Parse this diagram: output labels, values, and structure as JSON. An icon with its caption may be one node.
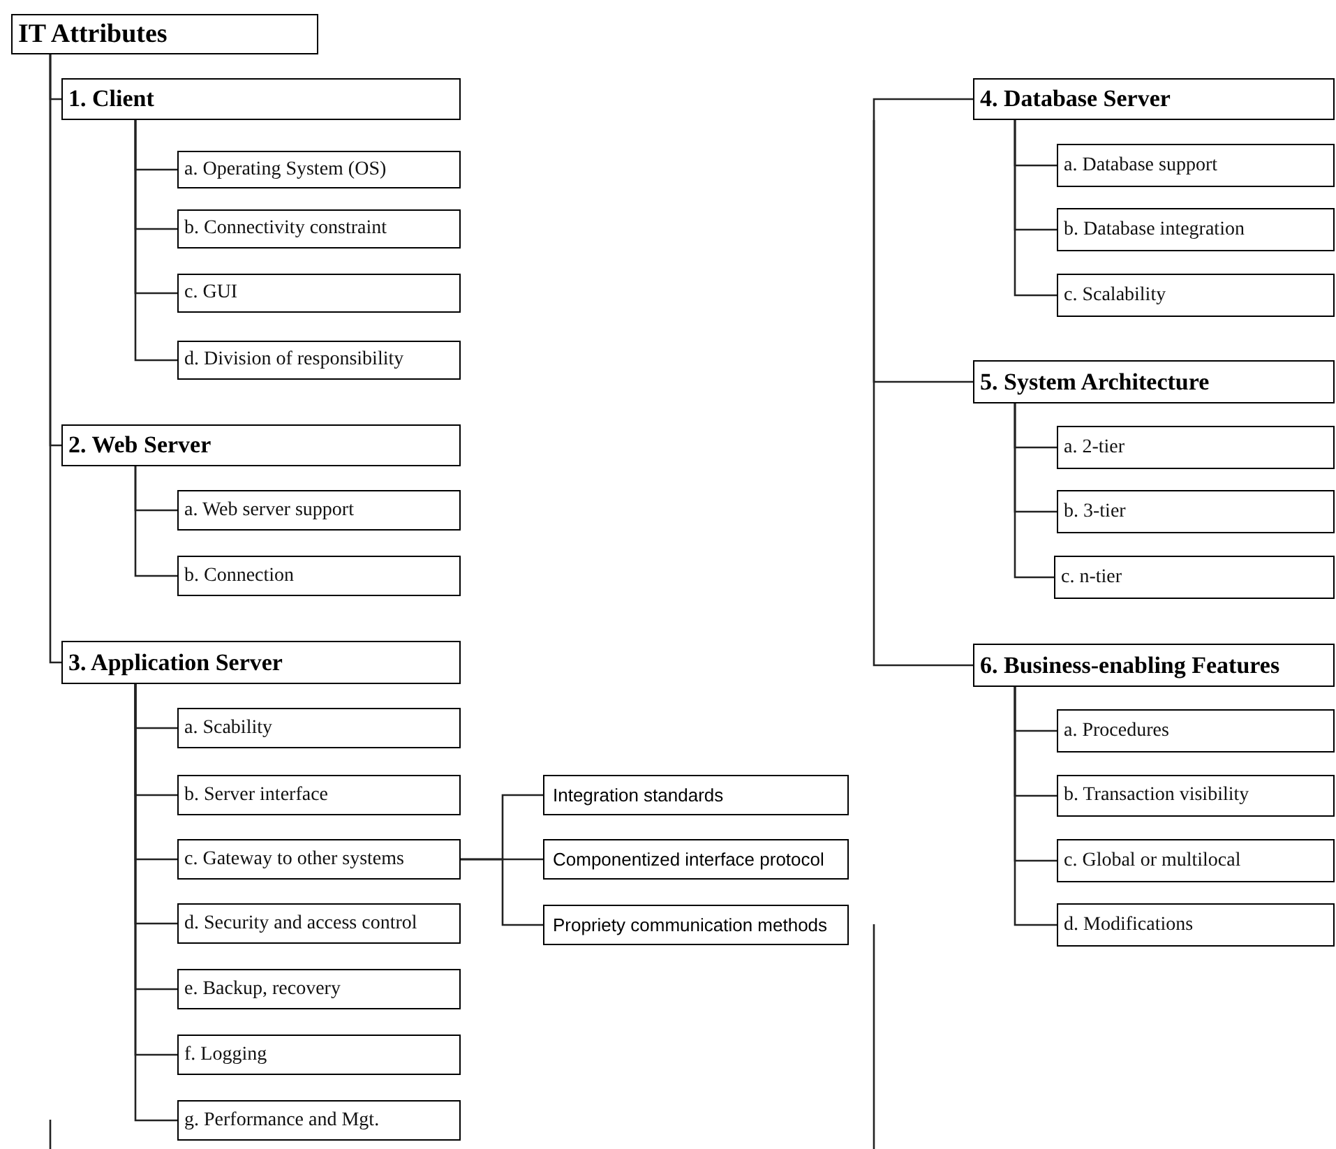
{
  "diagram": {
    "nodes": [
      {
        "text": [
          "IT Attributes"
        ]
      },
      {
        "text": [
          "1. Client"
        ]
      },
      {
        "text": [
          "a. Operating System (OS)"
        ]
      },
      {
        "text": [
          "b. Connectivity constraint"
        ]
      },
      {
        "text": [
          "c. GUI"
        ]
      },
      {
        "text": [
          "d. Division of responsibility"
        ]
      },
      {
        "text": [
          "2. Web Server"
        ]
      },
      {
        "text": [
          "a. Web server support"
        ]
      },
      {
        "text": [
          "b. Connection"
        ]
      },
      {
        "text": [
          "3. Application Server"
        ]
      },
      {
        "text": [
          "a. Scability"
        ]
      },
      {
        "text": [
          "b. Server interface"
        ]
      },
      {
        "text": [
          "c. Gateway to other systems"
        ]
      },
      {
        "text": [
          "Integration standards"
        ]
      },
      {
        "text": [
          "Componentized interface protocol"
        ]
      },
      {
        "text": [
          "Propriety communication methods"
        ]
      },
      {
        "text": [
          "d. Security and access control"
        ]
      },
      {
        "text": [
          "e. Backup, recovery"
        ]
      },
      {
        "text": [
          "f. Logging"
        ]
      },
      {
        "text": [
          "g. Performance and Mgt."
        ]
      },
      {
        "text": [
          "4. Database Server"
        ]
      },
      {
        "text": [
          "a. Database support"
        ]
      },
      {
        "text": [
          "b. Database integration"
        ]
      },
      {
        "text": [
          "c. Scalability"
        ]
      },
      {
        "text": [
          "5. System Architecture"
        ]
      },
      {
        "text": [
          "a. 2-tier"
        ]
      },
      {
        "text": [
          "b. 3-tier"
        ]
      },
      {
        "text": [
          "c. n-tier"
        ]
      },
      {
        "text": [
          "6. Business-enabling Features"
        ]
      },
      {
        "text": [
          "a. Procedures"
        ]
      },
      {
        "text": [
          "b. Transaction visibility"
        ]
      },
      {
        "text": [
          "c. Global or multilocal"
        ]
      },
      {
        "text": [
          "d. Modifications"
        ]
      }
    ],
    "edges": [
      {
        "from": 0,
        "to": 1,
        "arrow": "none"
      },
      {
        "from": 0,
        "to": 6,
        "arrow": "none"
      },
      {
        "from": 0,
        "to": 9,
        "arrow": "none"
      },
      {
        "from": 1,
        "to": 2,
        "arrow": "none"
      },
      {
        "from": 1,
        "to": 3,
        "arrow": "none"
      },
      {
        "from": 1,
        "to": 4,
        "arrow": "none"
      },
      {
        "from": 1,
        "to": 5,
        "arrow": "none"
      },
      {
        "from": 6,
        "to": 7,
        "arrow": "none"
      },
      {
        "from": 6,
        "to": 8,
        "arrow": "none"
      },
      {
        "from": 9,
        "to": 10,
        "arrow": "none"
      },
      {
        "from": 9,
        "to": 11,
        "arrow": "none"
      },
      {
        "from": 9,
        "to": 12,
        "arrow": "none"
      },
      {
        "from": 12,
        "to": 13,
        "arrow": "none"
      },
      {
        "from": 12,
        "to": 14,
        "arrow": "none"
      },
      {
        "from": 12,
        "to": 15,
        "arrow": "none"
      },
      {
        "from": 9,
        "to": 16,
        "arrow": "none"
      },
      {
        "from": 9,
        "to": 17,
        "arrow": "none"
      },
      {
        "from": 9,
        "to": 18,
        "arrow": "none"
      },
      {
        "from": 9,
        "to": 19,
        "arrow": "none"
      },
      {
        "from": null,
        "to": 20,
        "arrow": "none"
      },
      {
        "from": 20,
        "to": 21,
        "arrow": "none"
      },
      {
        "from": 20,
        "to": 22,
        "arrow": "none"
      },
      {
        "from": 20,
        "to": 23,
        "arrow": "none"
      },
      {
        "from": null,
        "to": 24,
        "arrow": "none"
      },
      {
        "from": 24,
        "to": 25,
        "arrow": "none"
      },
      {
        "from": 24,
        "to": 26,
        "arrow": "none"
      },
      {
        "from": 24,
        "to": 27,
        "arrow": "none"
      },
      {
        "from": null,
        "to": 28,
        "arrow": "none"
      },
      {
        "from": 28,
        "to": 29,
        "arrow": "none"
      },
      {
        "from": 28,
        "to": 30,
        "arrow": "none"
      },
      {
        "from": 28,
        "to": 31,
        "arrow": "none"
      },
      {
        "from": 28,
        "to": 32,
        "arrow": "none"
      }
    ]
  }
}
